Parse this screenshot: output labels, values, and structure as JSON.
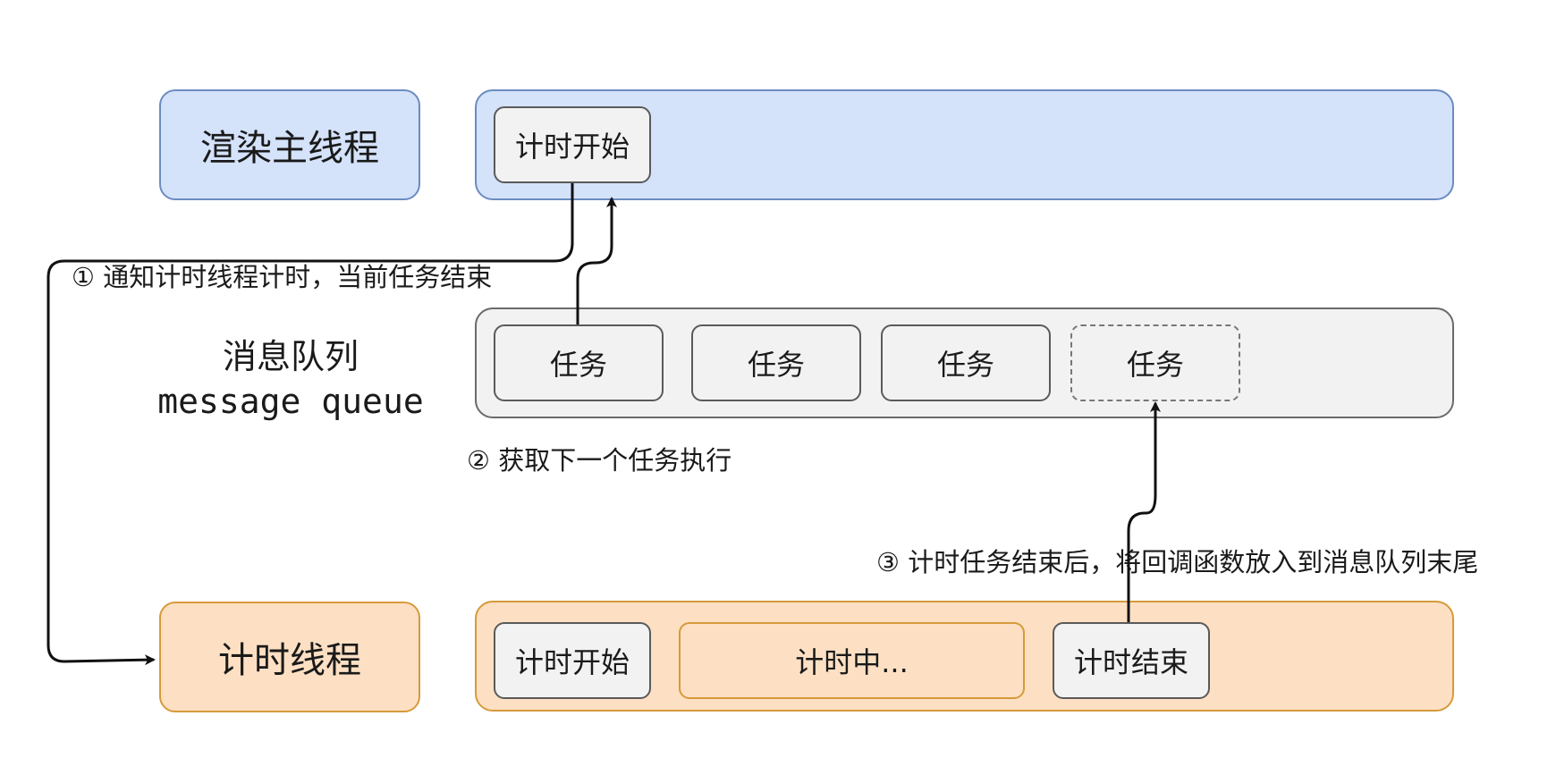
{
  "main_thread": {
    "label": "渲染主线程",
    "tasks": [
      {
        "label": "计时开始",
        "style": "solid"
      }
    ]
  },
  "queue": {
    "title_zh": "消息队列",
    "title_en": "message queue",
    "tasks": [
      {
        "label": "任务",
        "style": "solid"
      },
      {
        "label": "任务",
        "style": "solid"
      },
      {
        "label": "任务",
        "style": "solid"
      },
      {
        "label": "任务",
        "style": "dashed"
      }
    ]
  },
  "timer_thread": {
    "label": "计时线程",
    "tasks": [
      {
        "label": "计时开始",
        "style": "solid"
      },
      {
        "label": "计时中...",
        "style": "orange"
      },
      {
        "label": "计时结束",
        "style": "solid"
      }
    ]
  },
  "annotations": {
    "step1": "① 通知计时线程计时，当前任务结束",
    "step2": "② 获取下一个任务执行",
    "step3": "③ 计时任务结束后，将回调函数放入到消息队列末尾"
  },
  "colors": {
    "main_fill": "#d4e2fa",
    "main_border": "#6b8cc0",
    "queue_fill": "#f2f2f2",
    "queue_border": "#6a6a6a",
    "timer_fill": "#fde0c3",
    "timer_border": "#d69a3a"
  }
}
